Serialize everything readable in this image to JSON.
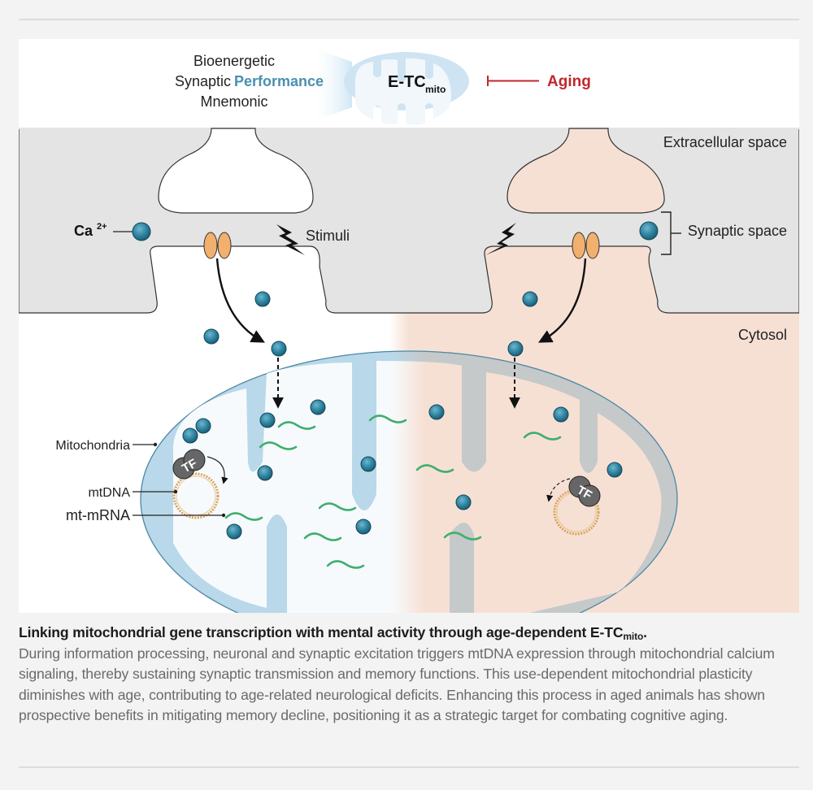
{
  "header": {
    "left_lines": [
      "Bioenergetic",
      "Synaptic",
      "Performance",
      "Mnemonic"
    ],
    "center_label_main": "E-TC",
    "center_label_sub": "mito",
    "inhibitor_label": "Aging"
  },
  "labels": {
    "extracellular": "Extracellular space",
    "synaptic_space": "Synaptic space",
    "cytosol": "Cytosol",
    "ca_main": "Ca",
    "ca_sup": "2+",
    "stimuli": "Stimuli",
    "mitochondria": "Mitochondria",
    "mtdna": "mtDNA",
    "mtmrna": "mt-mRNA",
    "tf": "TF"
  },
  "colors": {
    "accent_blue": "#4a90b0",
    "aging_red": "#c0272d",
    "young_membrane": "#b9d8ea",
    "old_membrane": "#c5c9ca",
    "aged_tint": "#f6e0d4",
    "extracellular": "#e4e4e4",
    "calcium": "#2b7a96",
    "channel": "#f2b06e",
    "mrna": "#3fae6e"
  },
  "caption": {
    "title_main": "Linking mitochondrial gene transcription with mental activity through age-dependent E-TC",
    "title_sub": "mito",
    "title_end": ".",
    "body": "During information processing, neuronal and synaptic excitation triggers mtDNA expression through mitochondrial calcium signaling, thereby sustaining synaptic transmission and memory functions. This use-dependent mitochondrial plasticity diminishes with age, contributing to age-related neurological deficits. Enhancing this process in aged animals has shown prospective benefits in mitigating memory decline, positioning it as a strategic target for combating cognitive aging."
  }
}
